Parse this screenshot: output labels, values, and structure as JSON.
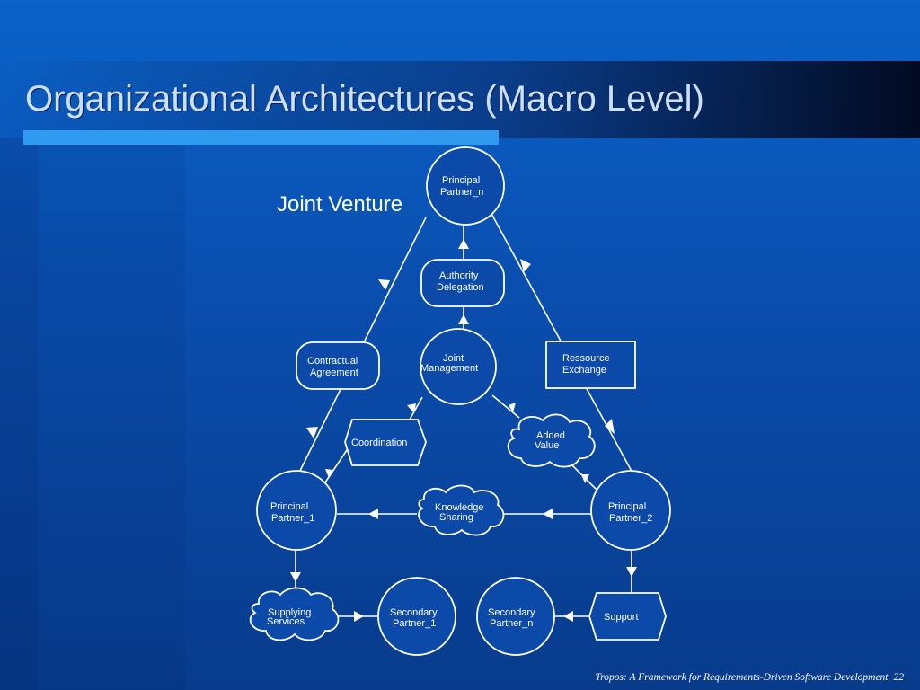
{
  "slide": {
    "title": "Organizational Architectures (Macro Level)",
    "subtitle": "Joint Venture",
    "footer": "Tropos: A  Framework  for Requirements-Driven Software Development",
    "page_number": "22"
  },
  "diagram": {
    "nodes": {
      "principal_n": [
        "Principal",
        "Partner_n"
      ],
      "authority": [
        "Authority",
        "Delegation"
      ],
      "joint_mgmt": [
        "Joint",
        "Management"
      ],
      "contractual": [
        "Contractual",
        "Agreement"
      ],
      "ressource": [
        "Ressource",
        "Exchange"
      ],
      "coordination": [
        "Coordination"
      ],
      "added_value": [
        "Added",
        "Value"
      ],
      "principal_1": [
        "Principal",
        "Partner_1"
      ],
      "knowledge": [
        "Knowledge",
        "Sharing"
      ],
      "principal_2": [
        "Principal",
        "Partner_2"
      ],
      "supplying": [
        "Supplying",
        "Services"
      ],
      "secondary_1": [
        "Secondary",
        "Partner_1"
      ],
      "secondary_n": [
        "Secondary",
        "Partner_n"
      ],
      "support": [
        "Support"
      ]
    }
  },
  "colors": {
    "background": "#0a55b8",
    "accent_bar": "#2f9bf0",
    "title": "#cfe0ff",
    "stroke": "#ffffff"
  }
}
